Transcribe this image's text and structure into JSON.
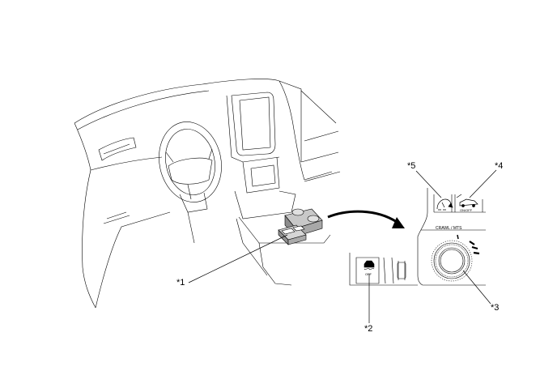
{
  "callouts": {
    "c1": "*1",
    "c2": "*2",
    "c3": "*3",
    "c4": "*4",
    "c5": "*5"
  },
  "panel_text": {
    "crawl_mts": "CRAWL / MTS",
    "on_off": "ON/OFF",
    "off": "OFF"
  },
  "colors": {
    "line": "#000000",
    "background": "#ffffff",
    "shade": "#b8b8b8"
  }
}
